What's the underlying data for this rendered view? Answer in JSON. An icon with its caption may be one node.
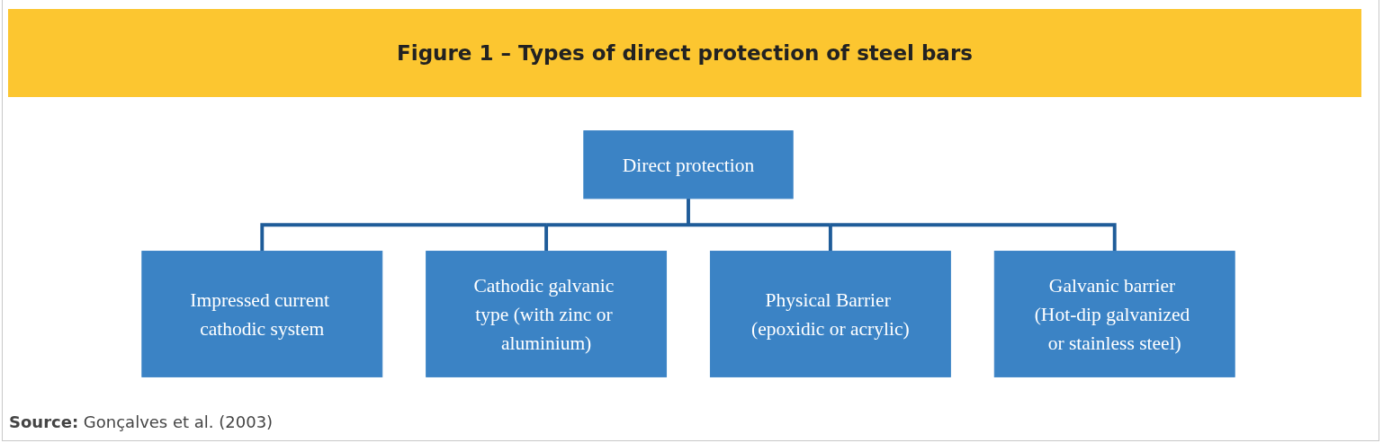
{
  "diagram": {
    "title": "Figure 1 – Types of direct protection of steel bars",
    "caption": "**Source:** Gonçalves et al. (2003)",
    "nodes": [
      {
        "text": [
          "Direct protection"
        ]
      },
      {
        "text": [
          "Impressed current cathodic system"
        ]
      },
      {
        "text": [
          "Cathodic galvanic type (with zinc or aluminium)"
        ]
      },
      {
        "text": [
          "Physical Barrier (epoxidic or acrylic)"
        ]
      },
      {
        "text": [
          "Galvanic barrier (Hot-dip galvanized or stainless steel)"
        ]
      }
    ],
    "edges": [
      {
        "from": 0,
        "to": 1,
        "arrow": "none"
      },
      {
        "from": 0,
        "to": 2,
        "arrow": "none"
      },
      {
        "from": 0,
        "to": 3,
        "arrow": "none"
      },
      {
        "from": 0,
        "to": 4,
        "arrow": "none"
      }
    ]
  }
}
